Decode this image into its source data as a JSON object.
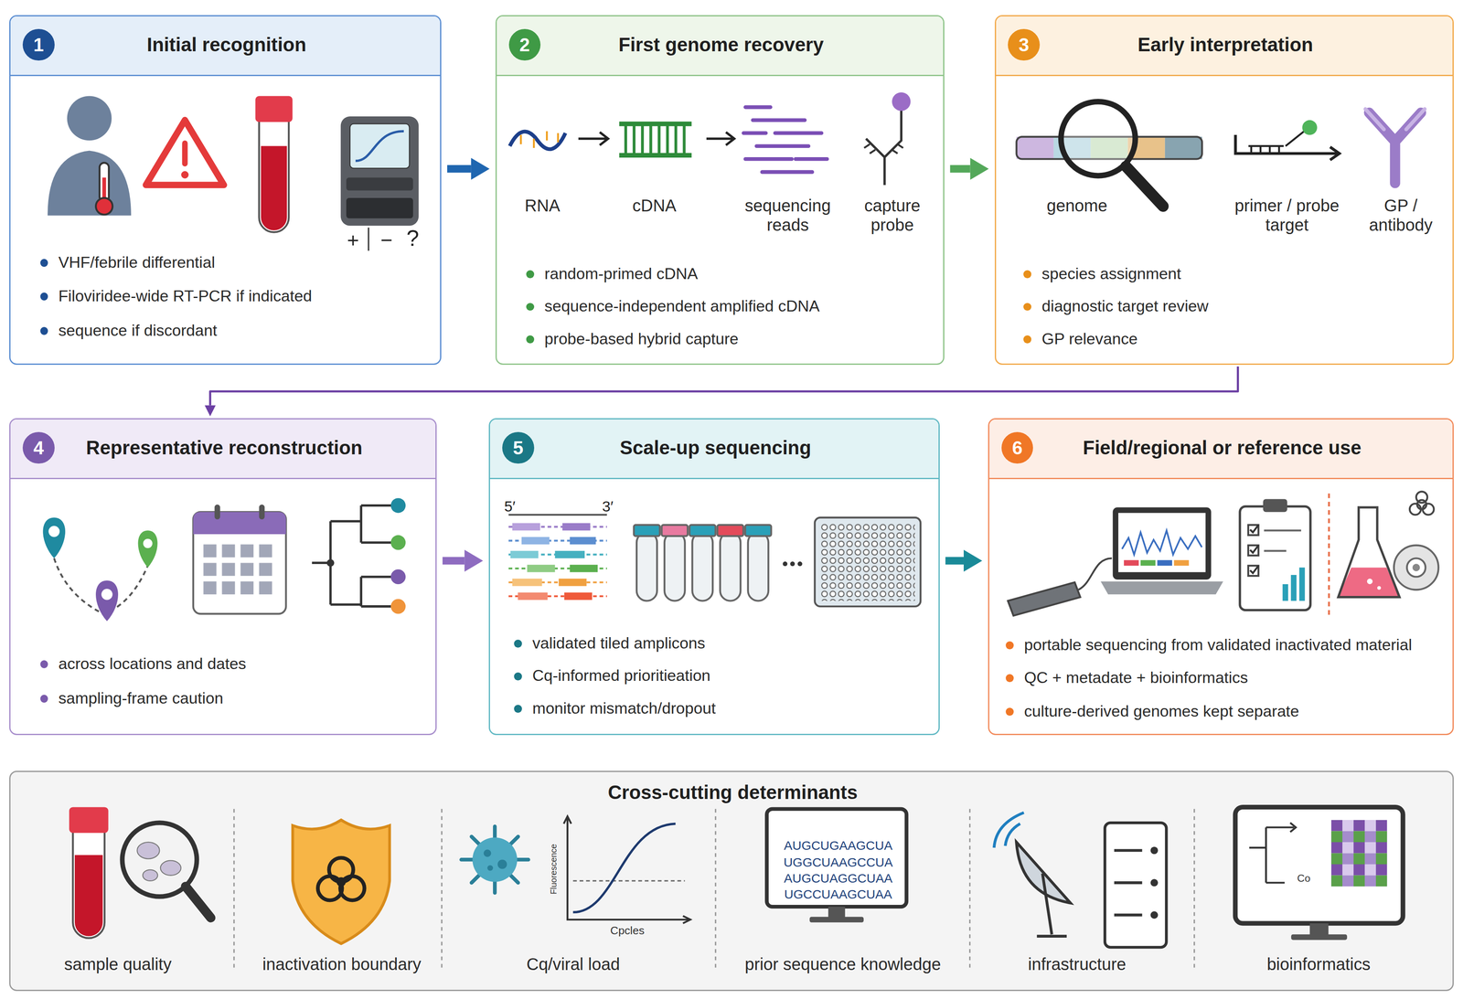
{
  "diagram": {
    "nodes": [
      {
        "text": [
          "1",
          "Initial recognition",
          "VHF/febrile differential",
          "Filoviridee-wide RT-PCR if indicated",
          "sequence if discordant"
        ]
      },
      {
        "text": [
          "2",
          "First genome recovery",
          "RNA",
          "cDNA",
          "sequencing reads",
          "capture probe",
          "random-primed cDNA",
          "sequence-independent amplified cDNA",
          "probe-based hybrid capture"
        ]
      },
      {
        "text": [
          "3",
          "Early interpretation",
          "genome",
          "primer / probe target",
          "GP / antibody",
          "species assignment",
          "diagnostic target review",
          "GP relevance"
        ]
      },
      {
        "text": [
          "4",
          "Representative reconstruction",
          "across locations and dates",
          "sampling-frame caution"
        ]
      },
      {
        "text": [
          "5",
          "Scale-up sequencing",
          "validated tiled amplicons",
          "Cq-informed prioritieation",
          "monitor mismatch/dropout"
        ]
      },
      {
        "text": [
          "6",
          "Field/regional or reference use",
          "portable sequencing from validated inactivated material",
          "QC + metadate + bioinformatics",
          "culture-derived genomes kept separate"
        ]
      },
      {
        "text": [
          "Cross-cutting determinants",
          "sample quality",
          "inactivation boundary",
          "Cq/viral load",
          "prior sequence knowledge",
          "infrastructure",
          "bioinformatics"
        ]
      }
    ],
    "edges": [
      {
        "from": 0,
        "to": 1,
        "arrow": "to"
      },
      {
        "from": 1,
        "to": 2,
        "arrow": "to"
      },
      {
        "from": 2,
        "to": 3,
        "arrow": "to"
      },
      {
        "from": 3,
        "to": 4,
        "arrow": "to"
      },
      {
        "from": 4,
        "to": 5,
        "arrow": "to"
      }
    ],
    "labels": [
      "+",
      "−",
      "?",
      "5′",
      "3′",
      "AUGCUGAAGCUA",
      "UGGCUAAGCCUA",
      "AUGCUAGGCUAA",
      "UGCCUAAGCUAA",
      "Fluorescence",
      "Cpcles",
      "Co"
    ]
  }
}
